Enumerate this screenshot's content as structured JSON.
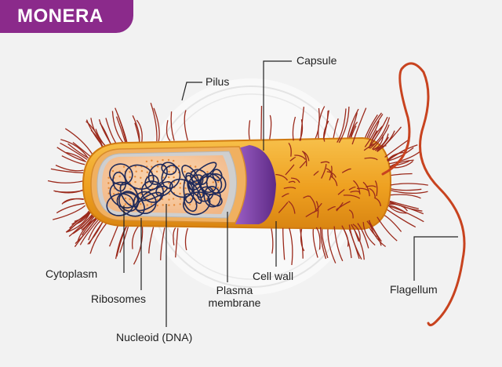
{
  "title": "MONERA",
  "labels": {
    "pilus": "Pilus",
    "capsule": "Capsule",
    "cytoplasm": "Cytoplasm",
    "ribosomes": "Ribosomes",
    "nucleoid": "Nucleoid (DNA)",
    "plasma_membrane_line1": "Plasma",
    "plasma_membrane_line2": "membrane",
    "cell_wall": "Cell wall",
    "flagellum": "Flagellum"
  },
  "colors": {
    "title_bg": "#8b2a8b",
    "capsule": "#f2a51c",
    "cell_wall": "#7a3ea3",
    "cytoplasm": "#f5c69a",
    "dna": "#1f2a5a",
    "pili": "#9b2a1c",
    "flagellum": "#c8431f"
  }
}
